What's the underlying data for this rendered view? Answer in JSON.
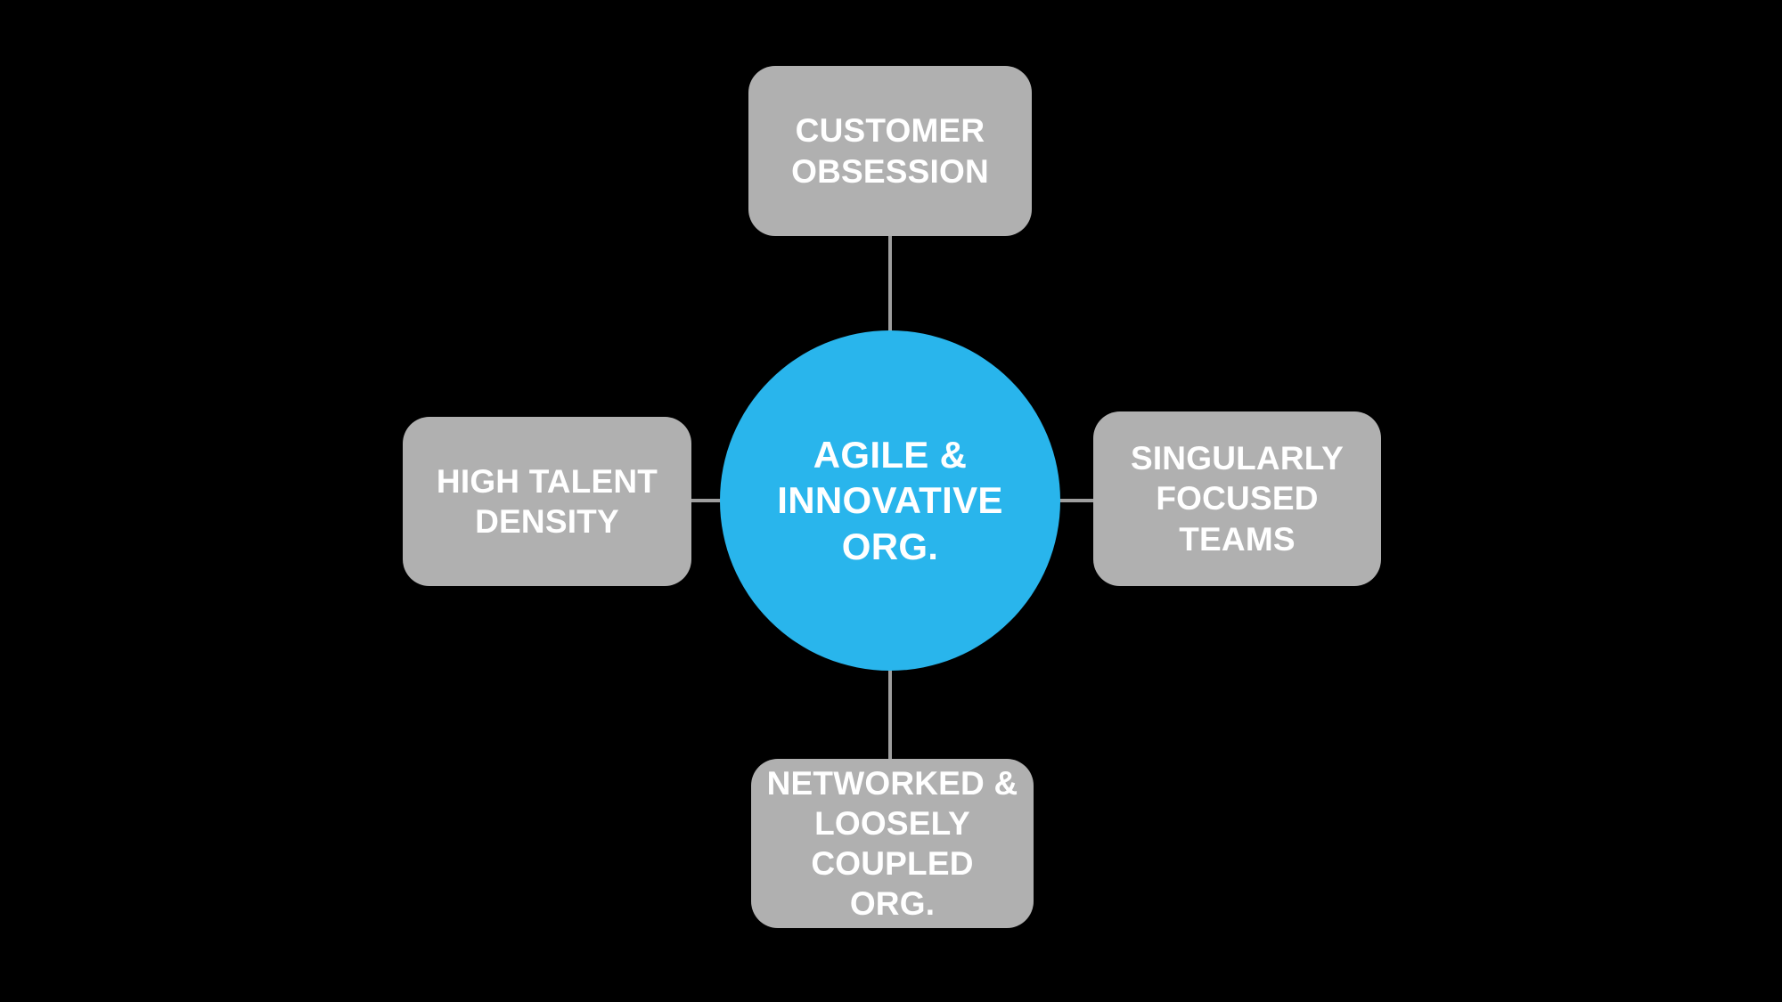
{
  "diagram": {
    "type": "hub-and-spoke",
    "background_color": "#000000",
    "center": {
      "label": "AGILE &\nINNOVATIVE\nORG.",
      "shape": "circle",
      "fill_color": "#29B5EC",
      "text_color": "#FFFFFF"
    },
    "connector": {
      "color": "#9E9E9E",
      "style": "solid-line"
    },
    "nodes": [
      {
        "position": "top",
        "label": "CUSTOMER\nOBSESSION",
        "shape": "rounded-rectangle",
        "fill_color": "#B0B0B0",
        "text_color": "#FFFFFF"
      },
      {
        "position": "right",
        "label": "SINGULARLY\nFOCUSED\nTEAMS",
        "shape": "rounded-rectangle",
        "fill_color": "#B0B0B0",
        "text_color": "#FFFFFF"
      },
      {
        "position": "bottom",
        "label": "NETWORKED &\nLOOSELY\nCOUPLED ORG.",
        "shape": "rounded-rectangle",
        "fill_color": "#B0B0B0",
        "text_color": "#FFFFFF"
      },
      {
        "position": "left",
        "label": "HIGH TALENT\nDENSITY",
        "shape": "rounded-rectangle",
        "fill_color": "#B0B0B0",
        "text_color": "#FFFFFF"
      }
    ]
  }
}
